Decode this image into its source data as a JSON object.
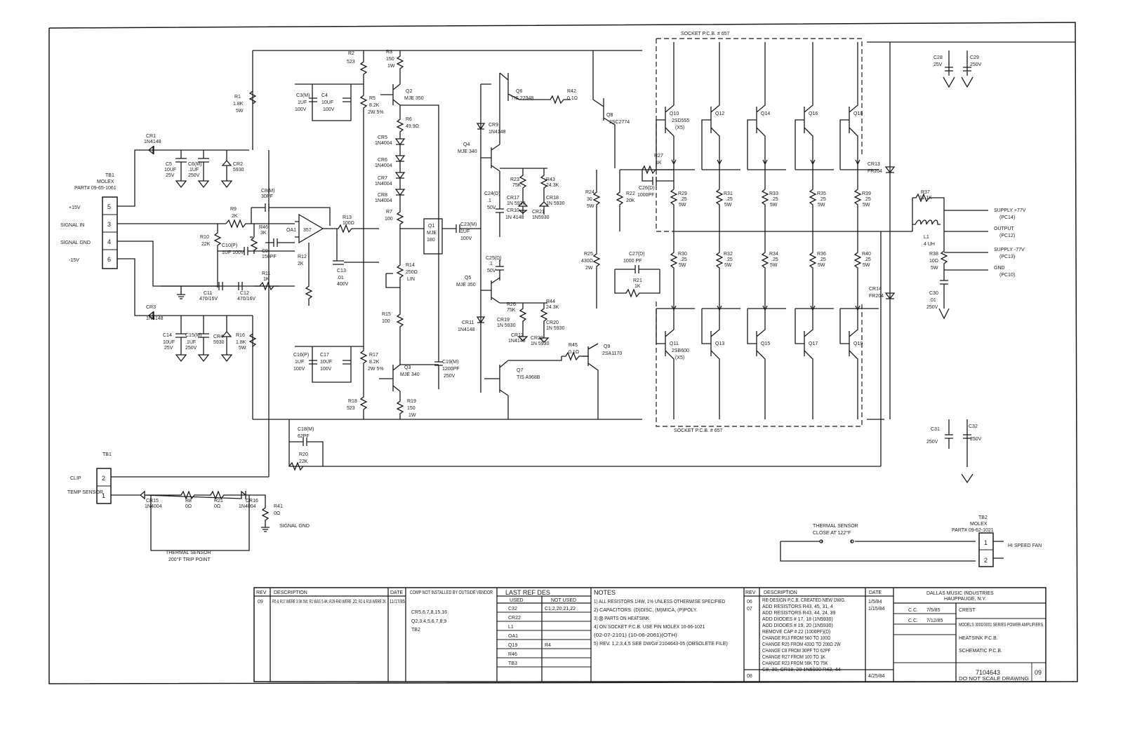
{
  "blocks": {
    "tb1_top": {
      "title": "TB1",
      "sub1": "MOLEX",
      "sub2": "PART# 09-65-1061"
    },
    "tb1_bot": {
      "title": "TB1"
    },
    "tb2": {
      "title": "TB2",
      "sub1": "MOLEX",
      "sub2": "PART# 09-62-1021"
    },
    "socket_top": "SOCKET P.C.B. # 657",
    "socket_bot": "SOCKET P.C.B. # 657",
    "thermal_note": "THERMAL SENSOR",
    "thermal_trip": "200°F TRIP POINT",
    "thermal_sensor_label": "THERMAL SENSOR",
    "thermal_sensor_sub": "CLOSE AT 122°F",
    "fan": "HI SPEED FAN",
    "signal_gnd": "SIGNAL GND"
  },
  "pins": [
    {
      "label": "+15V",
      "num": "5"
    },
    {
      "label": "SIGNAL IN",
      "num": "3"
    },
    {
      "label": "SIGNAL GND",
      "num": "4"
    },
    {
      "label": "-15V",
      "num": "6"
    }
  ],
  "pins2": [
    {
      "label": "CLIP",
      "num": "2"
    },
    {
      "label": "TEMP SENSOR",
      "num": "1"
    }
  ],
  "fan_pins": [
    "1",
    "2"
  ],
  "outputs": [
    {
      "label": "SUPPLY +77V",
      "sub": "(PC14)"
    },
    {
      "label": "OUTPUT",
      "sub": "(PC12)"
    },
    {
      "label": "SUPPLY -77V",
      "sub": "(PC13)"
    },
    {
      "label": "GND",
      "sub": "(PC10)"
    }
  ],
  "parts": {
    "r1": {
      "n": "R1",
      "v": "1.8K",
      "v2": "5W"
    },
    "r2": {
      "n": "R2",
      "v": "523"
    },
    "r3": {
      "n": "R3",
      "v": "150",
      "v2": "1W"
    },
    "r5": {
      "n": "R5",
      "v": "8.2K",
      "v2": "2W 5%"
    },
    "q2": {
      "n": "Q2",
      "v": "MJE 350"
    },
    "r6": {
      "n": "R6",
      "v": "49.9Ω"
    },
    "cr5": {
      "n": "CR5",
      "v": "1N4004"
    },
    "cr6": {
      "n": "CR6",
      "v": "1N4004"
    },
    "cr7": {
      "n": "CR7",
      "v": "1N4004"
    },
    "cr8": {
      "n": "CR8",
      "v": "1N4004"
    },
    "r7": {
      "n": "R7",
      "v": "100"
    },
    "r14": {
      "n": "R14",
      "v": "250Ω",
      "v2": "LIN"
    },
    "r15": {
      "n": "R15",
      "v": "100"
    },
    "r17": {
      "n": "R17",
      "v": "8.2K",
      "v2": "2W 5%"
    },
    "r18": {
      "n": "R18",
      "v": "523"
    },
    "q3": {
      "n": "Q3",
      "v": "MJE 340"
    },
    "r19": {
      "n": "R19",
      "v": "150",
      "v2": "1W"
    },
    "c3": {
      "n": "C3(M)",
      "v": "1UF",
      "v2": "100V"
    },
    "c4": {
      "n": "C4",
      "v": "10UF",
      "v2": "100V"
    },
    "cr1": {
      "n": "CR1",
      "v": "1N4148"
    },
    "c5": {
      "n": "C5",
      "v": "10UF",
      "v2": "25V"
    },
    "c6": {
      "n": "C6(M)",
      "v": ".1UF",
      "v2": "250V"
    },
    "cr2": {
      "n": "CR2",
      "v": "5930"
    },
    "c8": {
      "n": "C8(M)",
      "v": "30PF"
    },
    "r9": {
      "n": "R9",
      "v": "2K"
    },
    "r46": {
      "n": "R46",
      "v": "3K"
    },
    "r10": {
      "n": "R10",
      "v": "22K"
    },
    "c10": {
      "n": "C10(P)",
      "v": "1UF 100V"
    },
    "c9": {
      "n": "C9",
      "v": "150PF"
    },
    "oa1": {
      "n": "OA1",
      "v": "357"
    },
    "r11": {
      "n": "R11",
      "v": "1K"
    },
    "r12": {
      "n": "R12",
      "v": "2K"
    },
    "c11": {
      "n": "C11",
      "v": "470/16V"
    },
    "c12": {
      "n": "C12",
      "v": "470/16V"
    },
    "r13": {
      "n": "R13",
      "v": "100Ω"
    },
    "c13": {
      "n": "C13",
      "v": ".01",
      "v2": "400V"
    },
    "cr3": {
      "n": "CR3",
      "v": "1N4148"
    },
    "c14": {
      "n": "C14",
      "v": "10UF",
      "v2": "25V"
    },
    "c15": {
      "n": "C15(M)",
      "v": ".1UF",
      "v2": "250V"
    },
    "cr4": {
      "n": "CR4",
      "v": "5930"
    },
    "r16": {
      "n": "R16",
      "v": "1.8K",
      "v2": "5W"
    },
    "c16": {
      "n": "C16(P)",
      "v": "1UF",
      "v2": "100V"
    },
    "c17": {
      "n": "C17",
      "v": "10UF",
      "v2": "100V"
    },
    "q1": {
      "n": "Q1",
      "v": "MJE",
      "v2": "180"
    },
    "c23": {
      "n": "C23(M)",
      "v": "1UF",
      "v2": "100V"
    },
    "c19": {
      "n": "C19(M)",
      "v": "1200PF",
      "v2": "250V"
    },
    "c18": {
      "n": "C18(M)",
      "v": "62PF"
    },
    "r20": {
      "n": "R20",
      "v": "22K"
    },
    "q4": {
      "n": "Q4",
      "v": "MJE 340"
    },
    "cr9": {
      "n": "CR9",
      "v": "1N4148"
    },
    "q6": {
      "n": "Q6",
      "v": "TIS 22348"
    },
    "c24": {
      "n": "C24(D)",
      "v": ".1",
      "v2": "50V"
    },
    "r23": {
      "n": "R23",
      "v": "75K"
    },
    "r43": {
      "n": "R43",
      "v": "24.3K"
    },
    "cr17": {
      "n": "CR17",
      "v": "1N 5930"
    },
    "cr18": {
      "n": "CR18",
      "v": "1N 5930"
    },
    "cr10": {
      "n": "CR10",
      "v": "1N 4148"
    },
    "cr21": {
      "n": "CR21",
      "v": "1N5930"
    },
    "c25": {
      "n": "C25(D)",
      "v": ".1",
      "v2": "50V"
    },
    "q5": {
      "n": "Q5",
      "v": "MJE 350"
    },
    "r26": {
      "n": "R26",
      "v": "75K"
    },
    "r44": {
      "n": "R44",
      "v": "24.3K"
    },
    "cr11": {
      "n": "CR11",
      "v": "1N4148"
    },
    "cr19": {
      "n": "CR19",
      "v": "1N 5930"
    },
    "cr12": {
      "n": "CR12",
      "v": "1N4148"
    },
    "cr22": {
      "n": "CR22",
      "v": "1N 5930"
    },
    "cr20": {
      "n": "CR20",
      "v": "1N 5930"
    },
    "q7": {
      "n": "Q7",
      "v": "TIS A968B"
    },
    "r42": {
      "n": "R42",
      "v": "0.1Ω"
    },
    "q8": {
      "n": "Q8",
      "v": "2SC2774"
    },
    "r45": {
      "n": "R45",
      "v": "0.1Ω"
    },
    "q9": {
      "n": "Q9",
      "v": "2SA1170"
    },
    "r24": {
      "n": "R24",
      "v": "30",
      "v2": "5W"
    },
    "r25": {
      "n": "R25",
      "v": "430Ω",
      "v2": "2W"
    },
    "r22": {
      "n": "R22",
      "v": "20K"
    },
    "r27": {
      "n": "R27",
      "v": "1K"
    },
    "c26": {
      "n": "C26(D)",
      "v": "1000PF"
    },
    "c27": {
      "n": "C27(D)",
      "v": "1000 PF"
    },
    "r21b": {
      "n": "R21",
      "v": "1K"
    },
    "q10": {
      "n": "Q10",
      "v": "2SD555",
      "v2": "(X5)"
    },
    "q11": {
      "n": "Q11",
      "v": "2SB600",
      "v2": "(X5)"
    },
    "q12": {
      "n": "Q12"
    },
    "q13": {
      "n": "Q13"
    },
    "q14": {
      "n": "Q14"
    },
    "q15": {
      "n": "Q15"
    },
    "q16": {
      "n": "Q16"
    },
    "q17": {
      "n": "Q17"
    },
    "q18": {
      "n": "Q18"
    },
    "q19": {
      "n": "Q19"
    },
    "r29": {
      "n": "R29",
      "v": ".25",
      "v2": "5W"
    },
    "r30": {
      "n": "R30",
      "v": ".25",
      "v2": "5W"
    },
    "r31": {
      "n": "R31",
      "v": ".25",
      "v2": "5W"
    },
    "r32": {
      "n": "R32",
      "v": ".25",
      "v2": "5W"
    },
    "r33": {
      "n": "R33",
      "v": ".25",
      "v2": "5W"
    },
    "r34": {
      "n": "R34",
      "v": ".25",
      "v2": "5W"
    },
    "r35": {
      "n": "R35",
      "v": ".25",
      "v2": "5W"
    },
    "r36": {
      "n": "R36",
      "v": ".25",
      "v2": "5W"
    },
    "r39": {
      "n": "R39",
      "v": ".25",
      "v2": "5W"
    },
    "r40": {
      "n": "R40",
      "v": ".25",
      "v2": "5W"
    },
    "cr13": {
      "n": "CR13",
      "v": "FR204"
    },
    "cr14": {
      "n": "CR14",
      "v": "FR204"
    },
    "c28": {
      "n": "C28",
      "v": "25V"
    },
    "c29": {
      "n": "C29",
      "v": "250V"
    },
    "r37": {
      "n": "R37",
      "v": "11.1K"
    },
    "l1": {
      "n": "L1",
      "v": "4 UH"
    },
    "r38": {
      "n": "R38",
      "v": "10Ω",
      "v2": "5W"
    },
    "c30": {
      "n": "C30",
      "v": ".01",
      "v2": "250V"
    },
    "c31": {
      "n": "C31",
      "v": "250V"
    },
    "c32": {
      "n": "C32",
      "v": "250V"
    },
    "cr15": {
      "n": "CR15",
      "v": "1N4004"
    },
    "r8": {
      "n": "R8",
      "v": "0Ω"
    },
    "r21": {
      "n": "R21",
      "v": "0Ω"
    },
    "cr16": {
      "n": "CR16",
      "v": "1N4004"
    },
    "r41": {
      "n": "R41",
      "v": "0Ω"
    }
  },
  "title_block": {
    "rev_table": {
      "headers": [
        "REV",
        "DESCRIPTION",
        "DATE"
      ],
      "rows": [
        {
          "rev": "09",
          "desc": "R5 & R17 WERE 3.9K 5W; R1 WAS 5.4K; R29-R40 WERE .2Ω; R2 & R18 WERE 2K",
          "date": "11/17/85"
        }
      ]
    },
    "not_installed": {
      "header": "COMP NOT INSTALLED BY OUTSIDE VENDOR",
      "lines": [
        "CR5,6,7,8,15,16",
        "Q2,3,4,5,6,7,8,9",
        "TB2"
      ]
    },
    "last_ref": {
      "header": "LAST REF DES",
      "col_used": "USED",
      "col_not": "NOT USED",
      "used": [
        "C32",
        "CR22",
        "L1",
        "OA1",
        "Q19",
        "R46",
        "TB3"
      ],
      "not_used": [
        "C1,2,20,21,22",
        "",
        "",
        "",
        "R4",
        "",
        ""
      ]
    },
    "notes": {
      "header": "NOTES",
      "lines": [
        "1) ALL RESISTORS 1/4W, 1% UNLESS OTHERWISE SPECIFIED",
        "2) CAPACITORS: (D)DISC, (M)MICA, (P)POLY.",
        "3) ⨂ PARTS ON HEATSINK",
        "4) ON SOCKET P.C.B. USE PIN MOLEX 10-06-1021",
        "   (02-07-2101) (10-06-2061)(OTH)",
        "5) REV. 1,2,3,4,5 SEE DWG# 2104643-05 (OBSOLETE FILE)"
      ]
    },
    "rev_table2": {
      "headers": [
        "REV",
        "DESCRIPTION",
        "DATE"
      ],
      "rev": [
        "06",
        "07",
        "08"
      ],
      "lines": [
        "RE-DESIGN P.C.B. CREATED NEW DWG.",
        "ADD RESISTORS R43, 45, 31, 4",
        "ADD RESISTORS R43, 44, 24, 39",
        "ADD DIODES # 17, 18 (1N5930)",
        "ADD DIODES # 19, 20 (1N5930)",
        "REMOVE CAP # 22 (1000PF)(D)",
        "CHANGE R13 FROM 560 TO 100Ω",
        "CHANGE R25 FROM 430Ω TO 200Ω 2W",
        "CHANGE C8 FROM 30PF TO 62PF",
        "CHANGE R27 FROM 100 TO 1K",
        "CHANGE R23 FROM 56K TO 75K",
        "C8, 30, CR18, 20 1N5930 R43, 44"
      ],
      "dates": [
        "1/5/84",
        "1/15/84",
        "4/25/84"
      ]
    },
    "company": "DALLAS MUSIC INDUSTRIES",
    "company_sub": "HAUPPAUGE, N.Y.",
    "product": "CREST",
    "model": "MODELS 3000/3001 SERIES POWER AMPLIFIERS",
    "heatsink": "HEATSINK P.C.B.",
    "schematic": "SCHEMATIC P.C.B.",
    "drawing_no": "7104643",
    "rev_no": "09",
    "dwn": "C.C.",
    "dwn_date": "7/5/85",
    "chk": "C.C.",
    "chk_date": "7/12/85",
    "scale_note": "DO NOT SCALE DRAWING"
  }
}
